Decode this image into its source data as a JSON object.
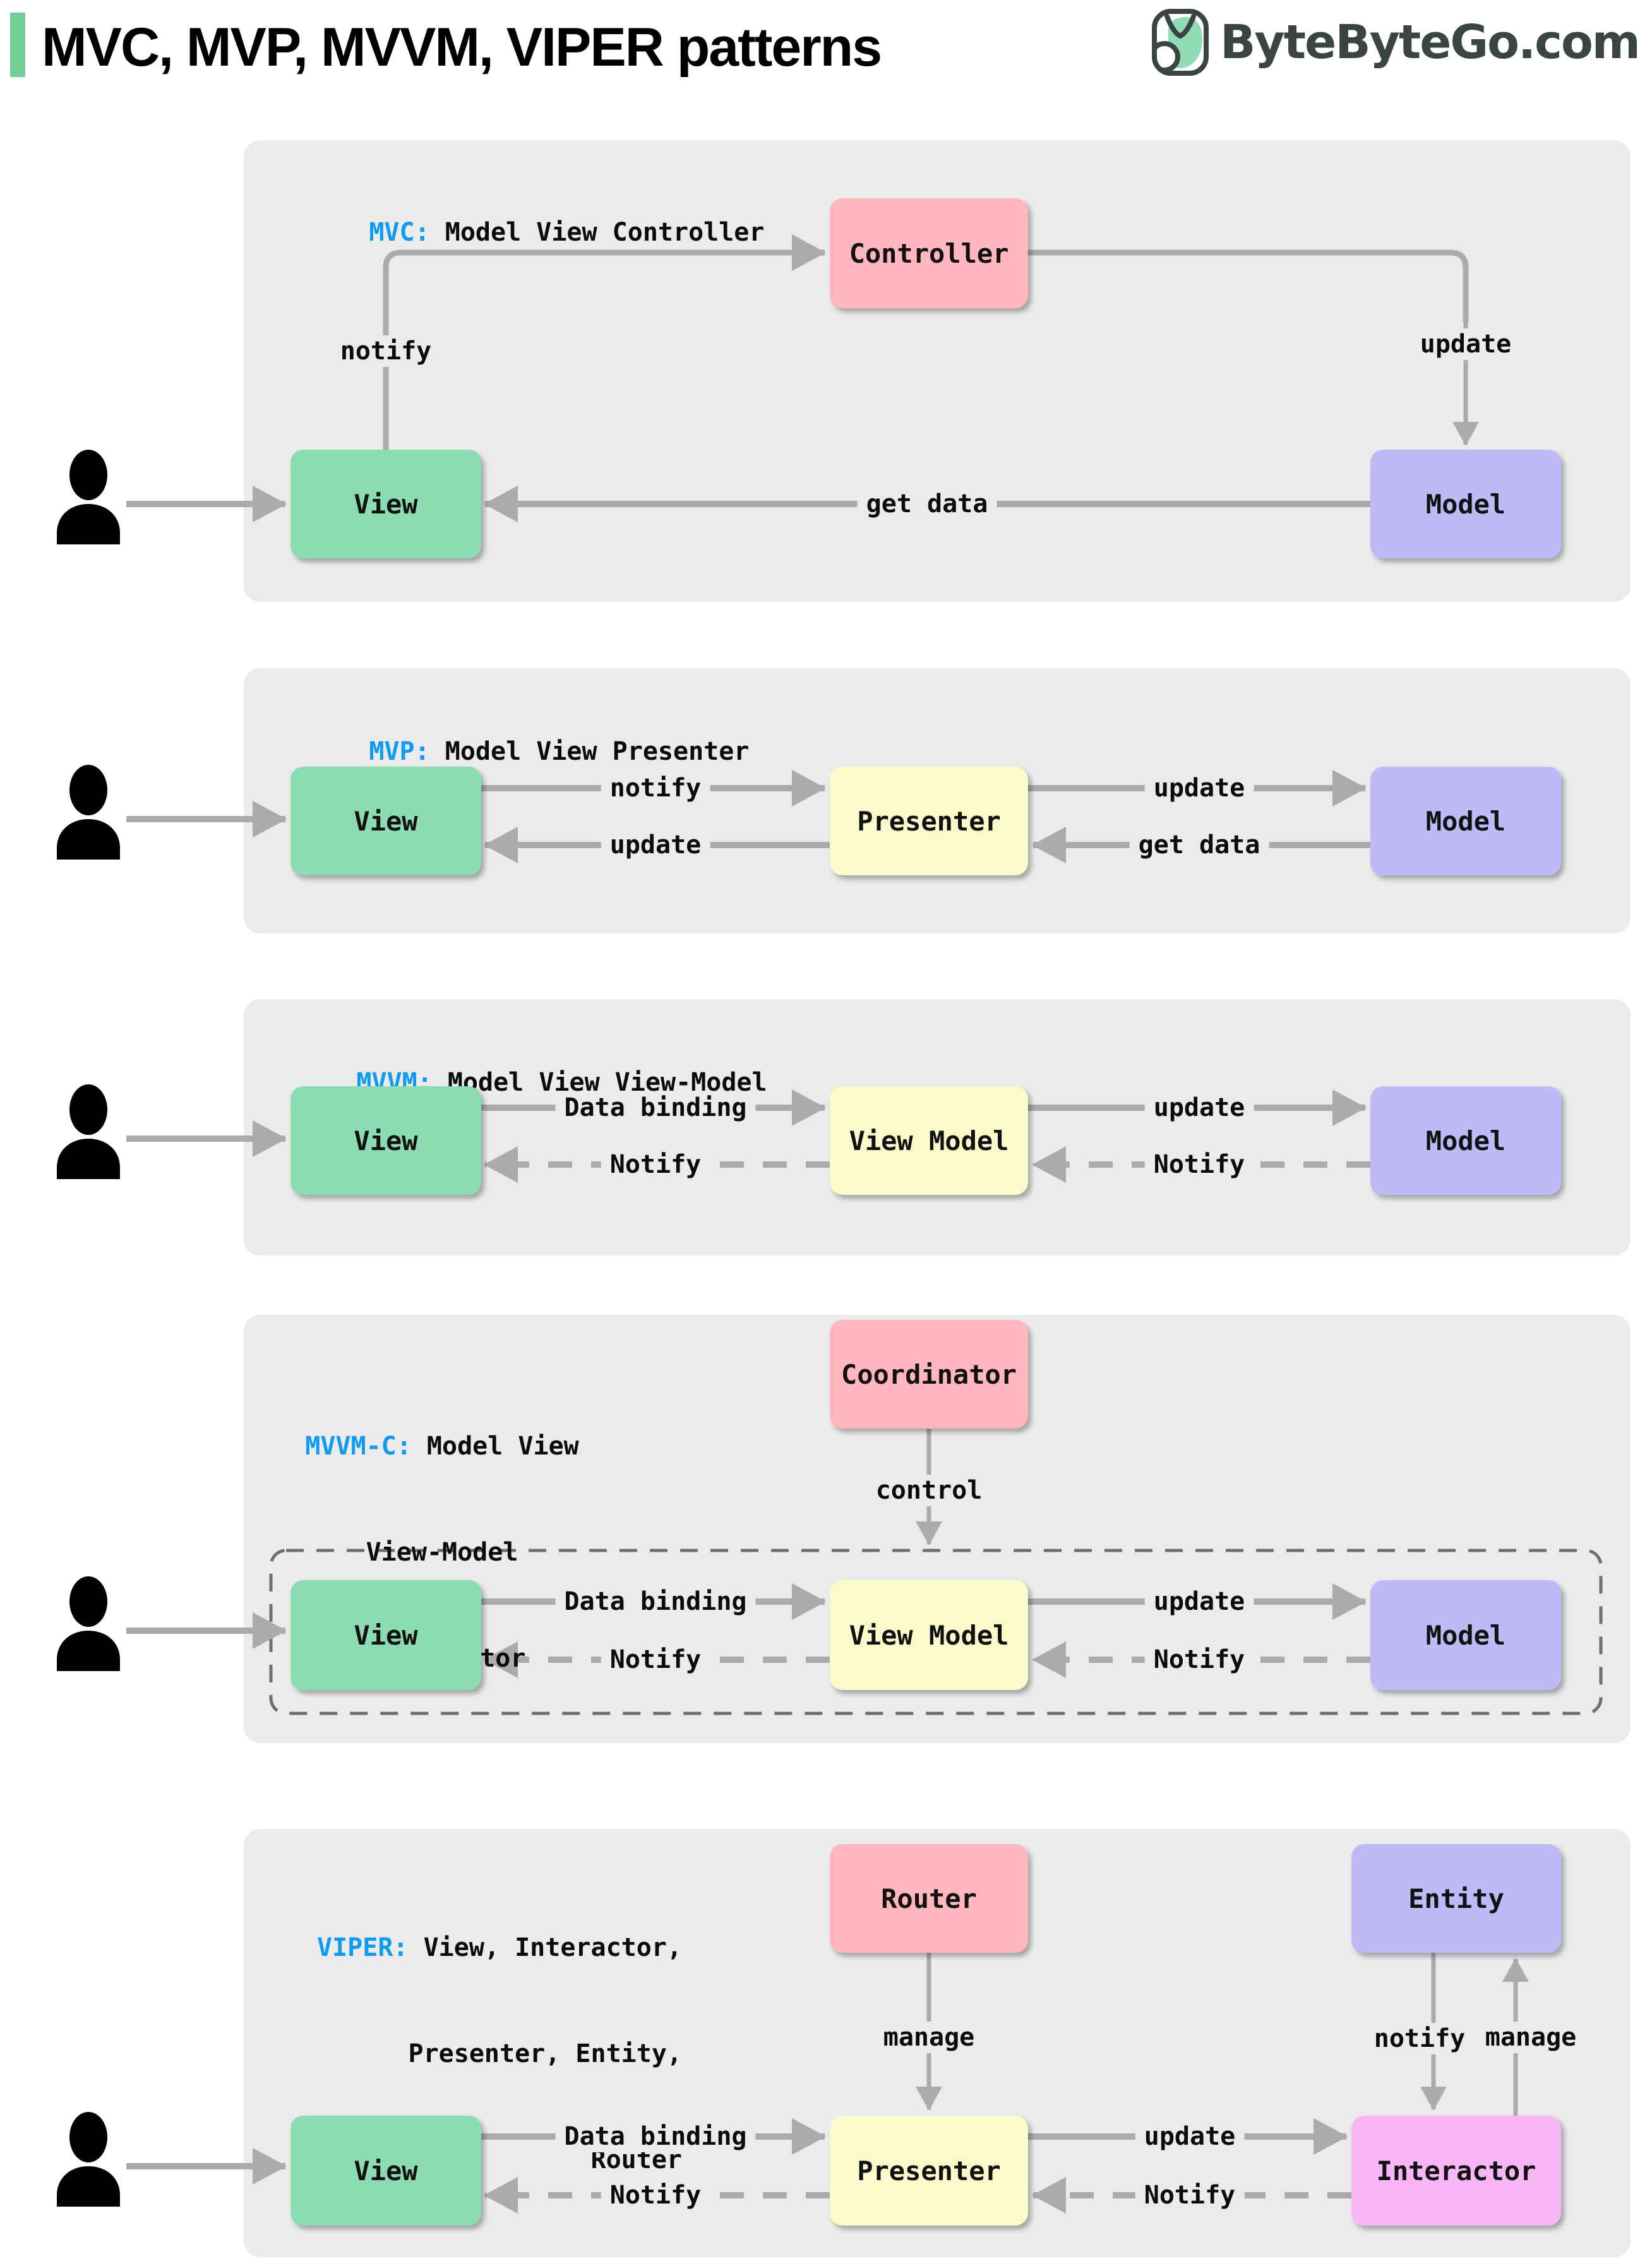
{
  "header": {
    "title": "MVC, MVP, MVVM, VIPER patterns",
    "logo_text": "ByteByteGo.com"
  },
  "colors": {
    "accent_green": "#6FCF97",
    "panel_background": "#EBEBEB",
    "arrow_gray": "#ABABAB",
    "pattern_name_blue": "#0F9BF2",
    "box_green": "#8BDCB2",
    "box_pink": "#FFB6BC",
    "box_purple": "#BEBAF8",
    "box_yellow": "#FBFACB",
    "box_magenta": "#F9B6F7",
    "logo_dark": "#3A4542"
  },
  "panels": [
    {
      "name": "MVC",
      "title_prefix": "MVC:",
      "title_rest": "Model View Controller",
      "boxes": {
        "controller": "Controller",
        "view": "View",
        "model": "Model"
      },
      "edges": {
        "notify": "notify",
        "update": "update",
        "get_data": "get data"
      }
    },
    {
      "name": "MVP",
      "title_prefix": "MVP:",
      "title_rest": "Model View Presenter",
      "boxes": {
        "view": "View",
        "presenter": "Presenter",
        "model": "Model"
      },
      "edges": {
        "notify": "notify",
        "update_view": "update",
        "update_model": "update",
        "get_data": "get data"
      }
    },
    {
      "name": "MVVM",
      "title_prefix": "MVVM:",
      "title_rest": "Model View View-Model",
      "boxes": {
        "view": "View",
        "view_model": "View Model",
        "model": "Model"
      },
      "edges": {
        "data_binding": "Data binding",
        "notify_view": "Notify",
        "update": "update",
        "notify_view_model": "Notify"
      }
    },
    {
      "name": "MVVM-C",
      "title_prefix": "MVVM-C:",
      "title_lines": [
        "Model View",
        "View-Model",
        "Coordinator"
      ],
      "boxes": {
        "coordinator": "Coordinator",
        "view": "View",
        "view_model": "View Model",
        "model": "Model"
      },
      "edges": {
        "control": "control",
        "data_binding": "Data binding",
        "notify_view": "Notify",
        "update": "update",
        "notify_view_model": "Notify"
      }
    },
    {
      "name": "VIPER",
      "title_prefix": "VIPER:",
      "title_lines": [
        "View, Interactor,",
        "Presenter, Entity,",
        "Router"
      ],
      "boxes": {
        "router": "Router",
        "entity": "Entity",
        "view": "View",
        "presenter": "Presenter",
        "interactor": "Interactor"
      },
      "edges": {
        "manage_router": "manage",
        "notify_entity": "notify",
        "manage_entity": "manage",
        "data_binding": "Data binding",
        "notify_view": "Notify",
        "update": "update",
        "notify_presenter": "Notify"
      }
    }
  ]
}
